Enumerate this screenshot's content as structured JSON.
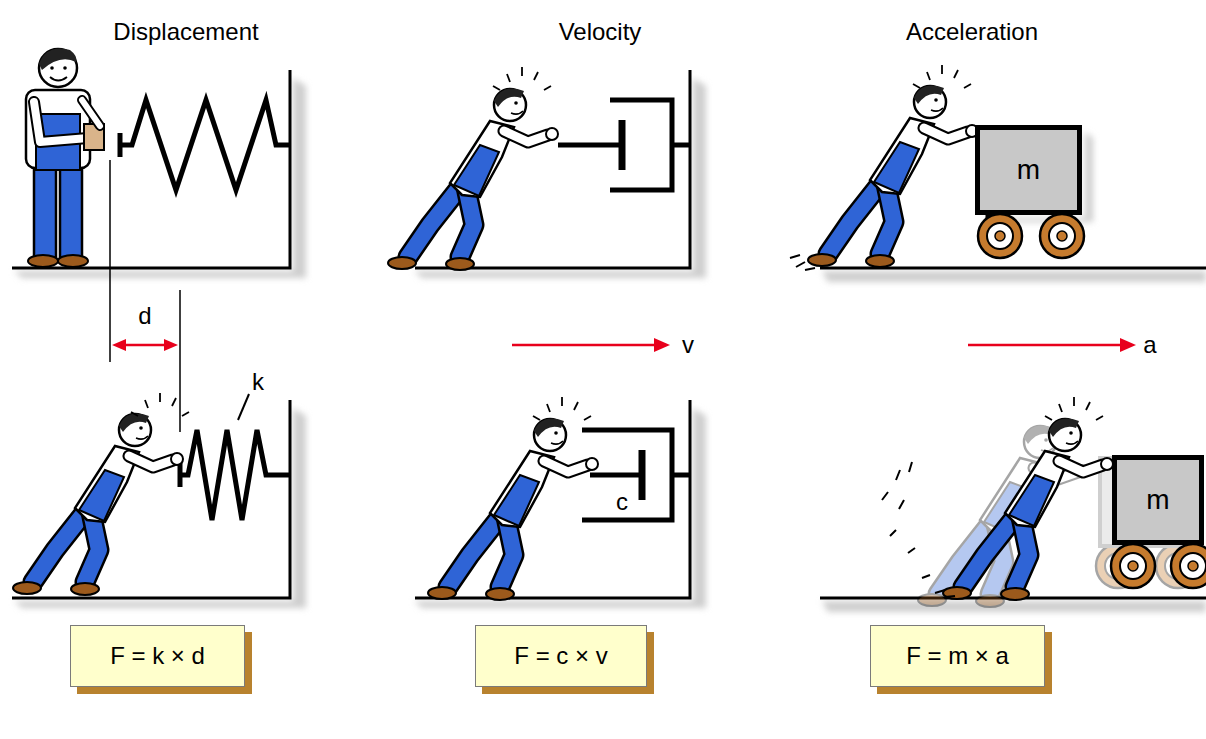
{
  "diagram": {
    "nodes": [
      {
        "text": [
          "m"
        ]
      },
      {
        "text": [
          "m"
        ]
      },
      {
        "text": [
          "F = k × d"
        ]
      },
      {
        "text": [
          "F = c × v"
        ]
      },
      {
        "text": [
          "F = m × a"
        ]
      }
    ],
    "labels": [
      "Displacement",
      "Velocity",
      "Acceleration",
      "d",
      "v",
      "a",
      "k",
      "c"
    ]
  }
}
